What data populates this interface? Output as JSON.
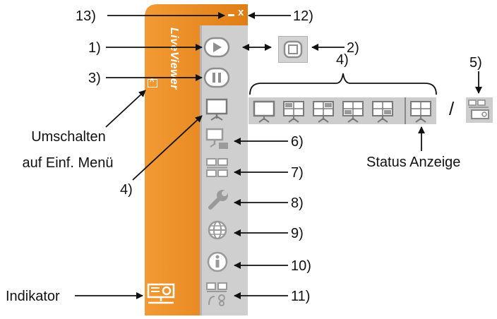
{
  "labels": {
    "n13": "13)",
    "n12": "12)",
    "n1": "1)",
    "n2": "2)",
    "n3": "3)",
    "n4_top": "4)",
    "n5": "5)",
    "n6": "6)",
    "n7": "7)",
    "n8": "8)",
    "n9": "9)",
    "n10": "10)",
    "n11": "11)",
    "n4_left": "4)",
    "toggle_line1": "Umschalten",
    "toggle_line2": "auf Einf. Menü",
    "status": "Status Anzeige",
    "indicator": "Indikator",
    "slash": "/"
  },
  "app": {
    "logo": "LiveViewer",
    "minimize_glyph": "–",
    "close_glyph": "x",
    "collapse_glyph": "^"
  },
  "colors": {
    "orange": "#E8861E",
    "panel_gray": "#C9C9C9",
    "icon_gray": "#9A9A9A"
  },
  "icons": [
    "play-icon",
    "stop-icon",
    "pause-icon",
    "presentation-icon",
    "screen-settings-icon",
    "multi-screen-icon",
    "wrench-icon",
    "globe-icon",
    "info-icon",
    "disconnect-icon"
  ]
}
